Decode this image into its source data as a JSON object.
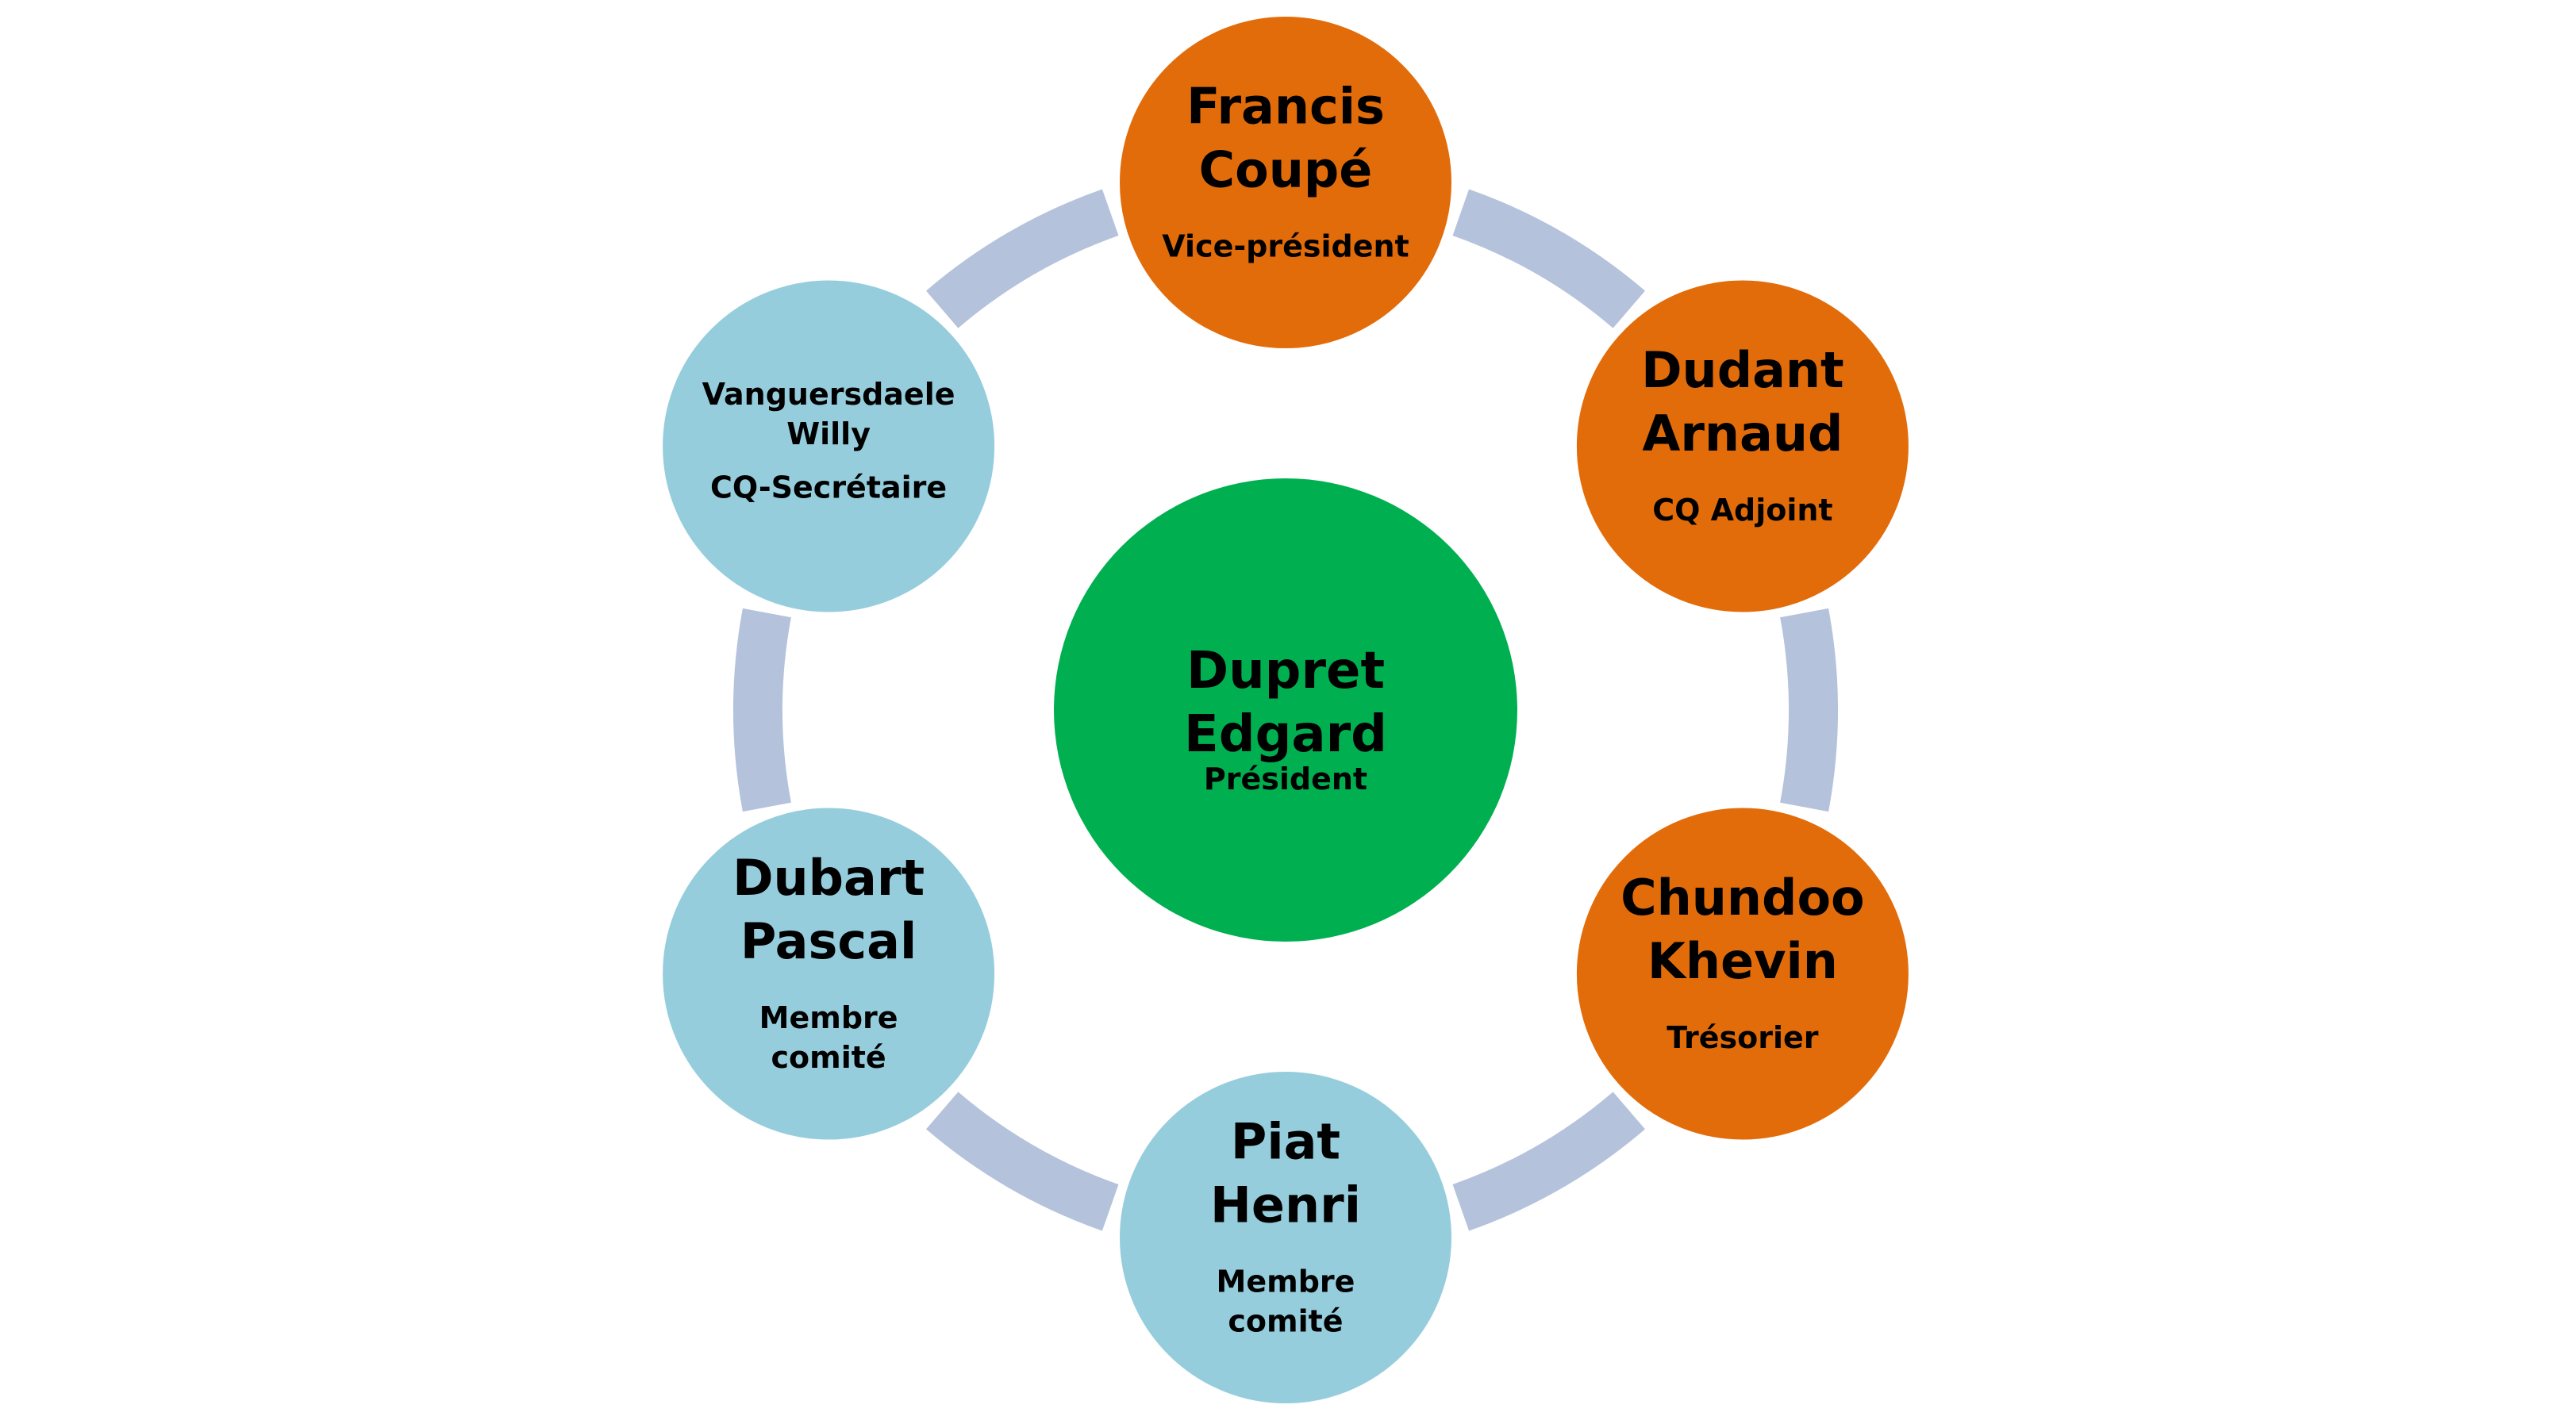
{
  "colors": {
    "ring": "#b4c2dc",
    "center": "#00b050",
    "officer": "#e36c0a",
    "member": "#96cddd",
    "background": "#ffffff"
  },
  "center": {
    "name": [
      "Dupret",
      "Edgard"
    ],
    "role": [
      "Président"
    ]
  },
  "nodes": [
    {
      "id": "francis-coupe",
      "name": [
        "Francis",
        "Coupé"
      ],
      "role": [
        "Vice-président"
      ],
      "color": "officer"
    },
    {
      "id": "dudant-arnaud",
      "name": [
        "Dudant",
        "Arnaud"
      ],
      "role": [
        "CQ Adjoint"
      ],
      "color": "officer"
    },
    {
      "id": "chundoo-khevin",
      "name": [
        "Chundoo",
        "Khevin"
      ],
      "role": [
        "Trésorier"
      ],
      "color": "officer"
    },
    {
      "id": "piat-henri",
      "name": [
        "Piat",
        "Henri"
      ],
      "role": [
        "Membre",
        "comité"
      ],
      "color": "member"
    },
    {
      "id": "dubart-pascal",
      "name": [
        "Dubart",
        "Pascal"
      ],
      "role": [
        "Membre",
        "comité"
      ],
      "color": "member"
    },
    {
      "id": "vanguersdaele-willy",
      "name": [
        "Vanguersdaele",
        "Willy"
      ],
      "role": [
        "CQ-Secrétaire"
      ],
      "color": "member",
      "small": true
    }
  ]
}
